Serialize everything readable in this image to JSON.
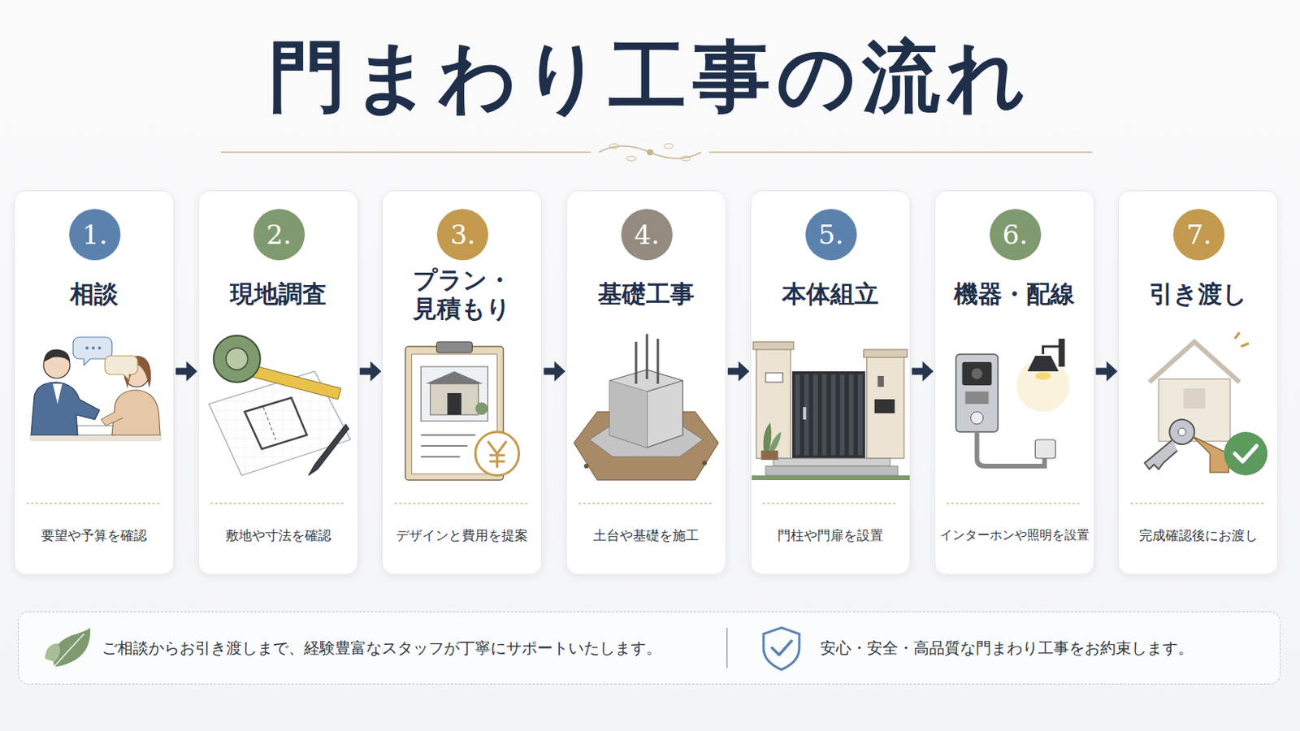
{
  "diagram": {
    "title": "門まわり工事の流れ",
    "nodes": [
      {
        "text": [
          "相談",
          "要望や予算を確認"
        ]
      },
      {
        "text": [
          "1."
        ],
        "in": 0
      },
      {
        "text": [
          "現地調査",
          "敷地や寸法を確認"
        ]
      },
      {
        "text": [
          "2."
        ],
        "in": 2
      },
      {
        "text": [
          "プラン・ 見積もり",
          "デザインと費用を提案"
        ]
      },
      {
        "text": [
          "3."
        ],
        "in": 4
      },
      {
        "text": [
          "基礎工事",
          "土台や基礎を施工"
        ]
      },
      {
        "text": [
          "4."
        ],
        "in": 6
      },
      {
        "text": [
          "本体組立",
          "門柱や門扉を設置"
        ]
      },
      {
        "text": [
          "5."
        ],
        "in": 8
      },
      {
        "text": [
          "機器・配線",
          "インターホンや照明を設置"
        ]
      },
      {
        "text": [
          "6."
        ],
        "in": 10
      },
      {
        "text": [
          "引き渡し",
          "完成確認後にお渡し"
        ]
      },
      {
        "text": [
          "7."
        ],
        "in": 12
      },
      {
        "text": [
          "ご相談からお引き渡しまで、経験豊富なスタッフが丁寧にサポートいたします。",
          "安心・安全・高品質な門まわり工事をお約束します。"
        ]
      }
    ],
    "edges": [
      {
        "from": 0,
        "to": 2,
        "arrow": "to"
      },
      {
        "from": 2,
        "to": 4,
        "arrow": "to"
      },
      {
        "from": 4,
        "to": 6,
        "arrow": "to"
      },
      {
        "from": 6,
        "to": 8,
        "arrow": "to"
      },
      {
        "from": 8,
        "to": 10,
        "arrow": "to"
      },
      {
        "from": 10,
        "to": 12,
        "arrow": "to"
      }
    ]
  }
}
